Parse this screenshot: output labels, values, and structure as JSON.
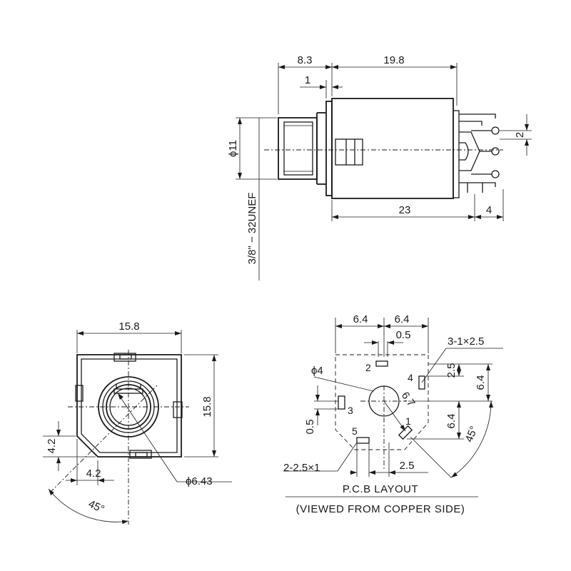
{
  "side_view": {
    "dim_8_3": "8.3",
    "dim_19_8": "19.8",
    "dim_1": "1",
    "dim_phi11": "ϕ11",
    "thread": "3/8\" − 32UNEF",
    "dim_23": "23",
    "dim_4": "4",
    "dim_2": "2"
  },
  "front_view": {
    "dim_width": "15.8",
    "dim_height": "15.8",
    "dim_4_2_vertical": "4.2",
    "dim_4_2_horizontal": "4.2",
    "dim_phi643": "ϕ6.43",
    "angle": "45°"
  },
  "pcb_layout": {
    "dim_6_4_left": "6.4",
    "dim_6_4_right": "6.4",
    "dim_0_5_top": "0.5",
    "slot_callout": "3-1×2.5",
    "dim_phi4": "ϕ4",
    "dim_2_5_right": "2.5",
    "dim_6_4_upper_right": "6.4",
    "dim_6_7": "6.7",
    "dim_6_4_lower_right": "6.4",
    "dim_0_5_left": "0.5",
    "angle": "45°",
    "slot_callout_2": "2-2.5×1",
    "dim_2_5_bottom": "2.5",
    "pins": [
      "1",
      "2",
      "3",
      "4",
      "5"
    ],
    "title": "P.C.B LAYOUT",
    "subtitle": "(VIEWED FROM COPPER SIDE)"
  }
}
